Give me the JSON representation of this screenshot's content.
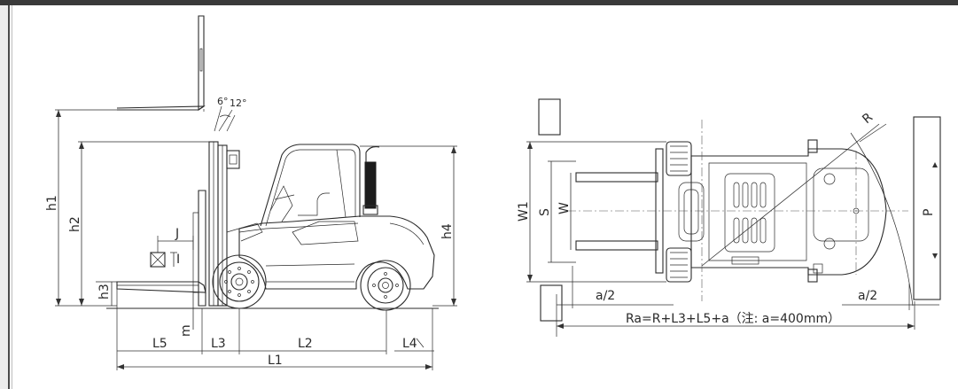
{
  "side_view": {
    "labels": {
      "h1": "h1",
      "h2": "h2",
      "h3": "h3",
      "h4": "h4",
      "J": "J",
      "I": "I",
      "m": "m",
      "L1": "L1",
      "L2": "L2",
      "L3": "L3",
      "L4": "L4",
      "L5": "L5",
      "tilt_front": "6°",
      "tilt_back": "12°"
    }
  },
  "top_view": {
    "labels": {
      "W1": "W1",
      "S": "S",
      "W": "W",
      "P": "P",
      "R": "R",
      "a_half_left": "a/2",
      "a_half_right": "a/2",
      "ra_formula": "Ra=R+L3+L5+a（注: a=400mm）"
    }
  },
  "colors": {
    "line": "#2a2a2a",
    "frame": "#3a3a3a"
  }
}
